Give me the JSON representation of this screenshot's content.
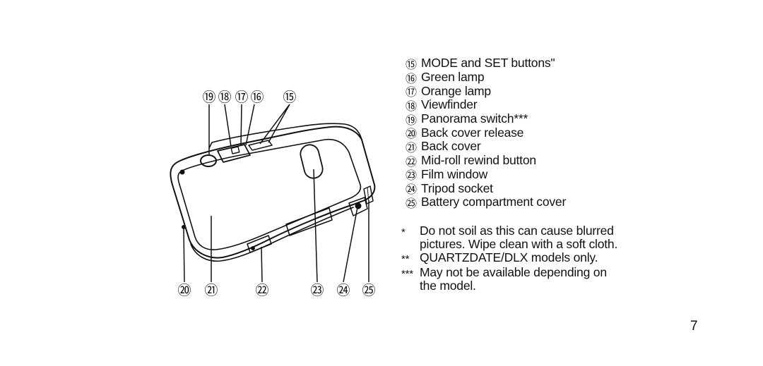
{
  "diagram": {
    "top_callouts": [
      "⑲",
      "⑱",
      "⑰",
      "⑯",
      "⑮"
    ],
    "bottom_callouts": [
      "⑳",
      "㉑",
      "㉒",
      "㉓",
      "㉔",
      "㉕"
    ]
  },
  "parts": [
    {
      "num": "⑮",
      "label": "MODE and SET buttons\""
    },
    {
      "num": "⑯",
      "label": "Green lamp"
    },
    {
      "num": "⑰",
      "label": "Orange lamp"
    },
    {
      "num": "⑱",
      "label": "Viewfinder"
    },
    {
      "num": "⑲",
      "label": "Panorama switch***"
    },
    {
      "num": "⑳",
      "label": "Back cover release"
    },
    {
      "num": "㉑",
      "label": "Back cover"
    },
    {
      "num": "㉒",
      "label": "Mid-roll rewind button"
    },
    {
      "num": "㉓",
      "label": "Film window"
    },
    {
      "num": "㉔",
      "label": "Tripod socket"
    },
    {
      "num": "㉕",
      "label": "Battery compartment cover"
    }
  ],
  "notes": [
    {
      "mark": "*",
      "text": "Do not soil as this can cause blurred pictures. Wipe clean with a soft cloth."
    },
    {
      "mark": "**",
      "text": "QUARTZDATE/DLX models only."
    },
    {
      "mark": "***",
      "text": "May not be available depending on the model."
    }
  ],
  "page_number": "7"
}
